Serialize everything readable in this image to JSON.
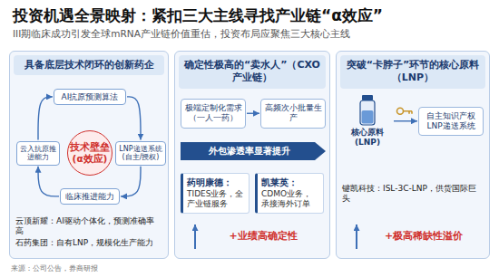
{
  "diagram": {
    "title": "投资机遇全景映射：紧扣三大主线寻找产业链“α效应”",
    "nodes": [
      {
        "text": [
          "具备底层技术闭环的创新药企",
          "云顶新耀：AI驱动个体化，预测准确率高",
          "石药集团：自有LNP，规模化生产能力"
        ]
      },
      {
        "text": [
          "技术壁垒 (α效应)"
        ],
        "in": 0
      },
      {
        "text": [
          "AI抗原预测算法"
        ],
        "in": 0
      },
      {
        "text": [
          "LNP递送系统 (自主/授权)"
        ],
        "in": 0
      },
      {
        "text": [
          "临床推进能力"
        ],
        "in": 0
      },
      {
        "text": [
          "云入抗原推进能力"
        ],
        "in": 0
      },
      {
        "text": [
          "确定性极高的“卖水人”（CXO产业链）",
          "+业绩高确定性"
        ]
      },
      {
        "text": [
          "极端定制化需求（一人一药）"
        ],
        "in": 6
      },
      {
        "text": [
          "高频次小批量生产"
        ],
        "in": 6
      },
      {
        "text": [
          "外包渗透率显著提升"
        ],
        "in": 6
      },
      {
        "text": [
          "药明康德：",
          "TIDES业务，全产业链服务"
        ],
        "in": 6
      },
      {
        "text": [
          "凯莱英：",
          "CDMO业务，承接海外订单"
        ],
        "in": 6
      },
      {
        "text": [
          "突破“卡脖子”环节的核心原料（LNP）",
          "键凯科技：ISL-3C-LNP，供货国际巨头",
          "+极高稀缺性溢价"
        ]
      },
      {
        "text": [
          "核心原料 (LNP)"
        ],
        "in": 12
      },
      {
        "text": [
          "自主知识产权LNP递送系统"
        ],
        "in": 12
      }
    ],
    "edges": [
      {
        "from": 2,
        "to": 3,
        "arrow": "to"
      },
      {
        "from": 3,
        "to": 4,
        "arrow": "to"
      },
      {
        "from": 4,
        "to": 5,
        "arrow": "to"
      },
      {
        "from": 5,
        "to": 2,
        "arrow": "to"
      },
      {
        "from": 7,
        "to": 8,
        "arrow": "to"
      },
      {
        "from": 13,
        "to": 14,
        "arrow": "to"
      }
    ],
    "labels": [
      "III期临床成功引发全球mRNA产业链价值重估，投资布局应聚焦三大核心主线",
      "来源：公司公告，券商研报"
    ]
  }
}
